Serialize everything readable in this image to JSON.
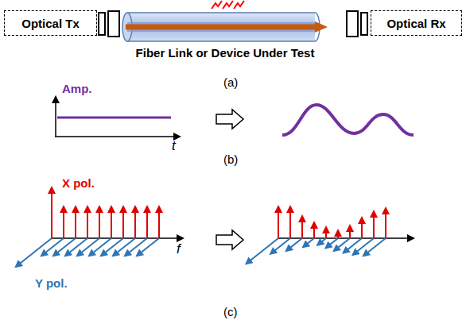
{
  "diagram": {
    "nodes": [
      {
        "text": [
          "Optical Tx"
        ]
      },
      {
        "text": [
          "Fiber Link or Device Under Test"
        ]
      },
      {
        "text": [
          "Optical Rx"
        ]
      }
    ],
    "labels": [
      "(a)",
      "Amp.",
      "t",
      "(b)",
      "X pol.",
      "Y pol.",
      "f",
      "(c)"
    ]
  }
}
